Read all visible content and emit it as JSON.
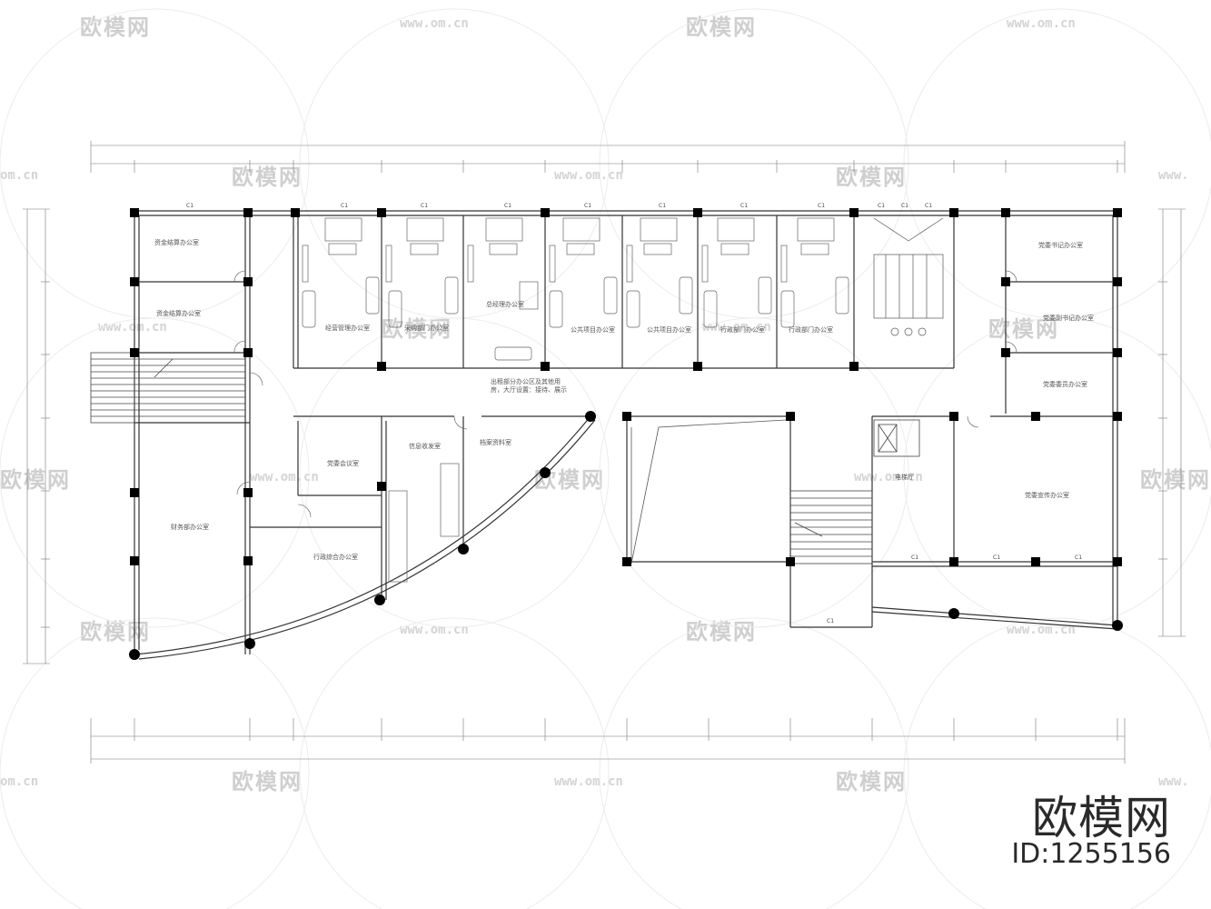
{
  "watermark": {
    "brand": "欧模网",
    "url": "www.om.cn",
    "url_cut": "om.cn",
    "url_cut2": "www."
  },
  "branding": {
    "name": "欧模网",
    "id_text": "ID:1255156"
  },
  "windows": {
    "label": "C1"
  },
  "rooms": {
    "top_left_1": "资金结算办公室",
    "top_left_2": "资金结算办公室",
    "office_1": "经营管理办公室",
    "office_2": "采购部门办公室",
    "office_3": "总经理办公室",
    "office_4": "公共项目办公室",
    "office_5": "公共项目办公室",
    "office_6": "行政部门办公室",
    "office_7": "行政部门办公室",
    "right_1": "党委书记办公室",
    "right_2": "党委副书记办公室",
    "right_3": "党委委员办公室",
    "right_big": "党委宣传办公室",
    "stair_label": "电梯厅",
    "corridor_note": "出租部分办公区及其他用房，大厅设置：接待、展示",
    "center_room_1": "党委会议室",
    "center_room_2": "信息收发室",
    "center_room_3": "档案资料室",
    "left_big": "财务部办公室",
    "lower_room": "行政综合办公室"
  }
}
